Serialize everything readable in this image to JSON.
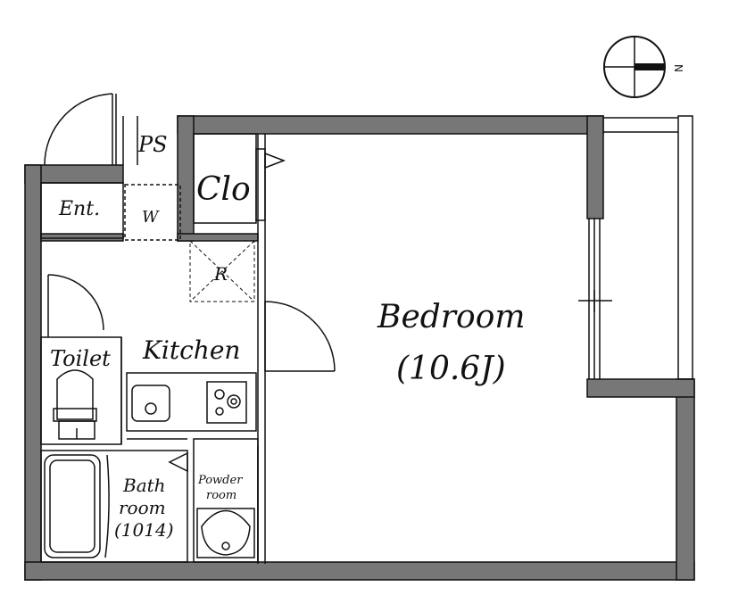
{
  "compass": {
    "label": "N"
  },
  "rooms": {
    "ps": "PS",
    "clo": "Clo",
    "ent": "Ent.",
    "w": "W",
    "r": "R",
    "toilet": "Toilet",
    "kitchen": "Kitchen",
    "bedroom": "Bedroom",
    "bedroom_size": "(10.6J)",
    "bath_line1": "Bath",
    "bath_line2": "room",
    "bath_line3": "(1014)",
    "powder_line1": "Powder",
    "powder_line2": "room"
  },
  "colors": {
    "wall": "#777777",
    "line": "#111111",
    "background": "#ffffff"
  }
}
